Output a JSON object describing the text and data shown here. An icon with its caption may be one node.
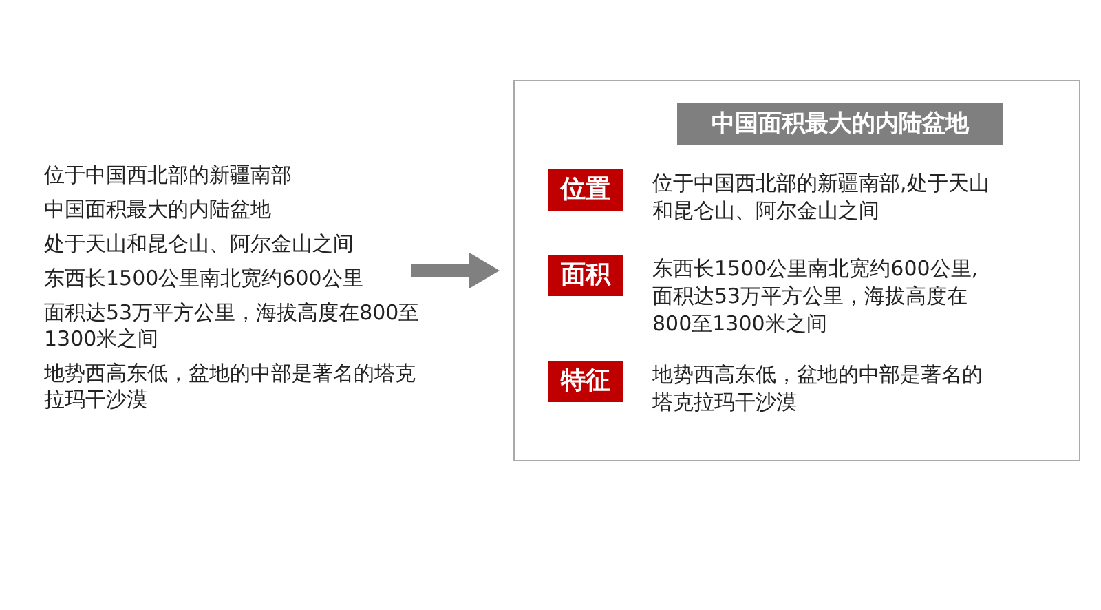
{
  "diagram": {
    "nodes": [
      {
        "text": [
          "位于中国西北部的新疆南部",
          "中国面积最大的内陆盆地",
          "处于天山和昆仑山、阿尔金山之间",
          "东西长1500公里南北宽约600公里",
          "面积达53万平方公里，海拔高度在800至1300米之间",
          "地势西高东低，盆地的中部是著名的塔克拉玛干沙漠"
        ]
      },
      {
        "text": [],
        "shape": "box"
      },
      {
        "text": [
          "中国面积最大的内陆盆地"
        ],
        "in": 1
      },
      {
        "text": [
          "位置"
        ],
        "in": 1,
        "beside": [
          "位于中国西北部的新疆南部,处于天山和昆仑山、阿尔金山之间"
        ]
      },
      {
        "text": [
          "面积"
        ],
        "in": 1,
        "beside": [
          "东西长1500公里南北宽约600公里,面积达53万平方公里，海拔高度在800至1300米之间"
        ]
      },
      {
        "text": [
          "特征"
        ],
        "in": 1,
        "beside": [
          "地势西高东低，盆地的中部是著名的塔克拉玛干沙漠"
        ]
      }
    ],
    "edges": [
      {
        "from": 0,
        "to": 1,
        "arrow": "to"
      }
    ]
  }
}
